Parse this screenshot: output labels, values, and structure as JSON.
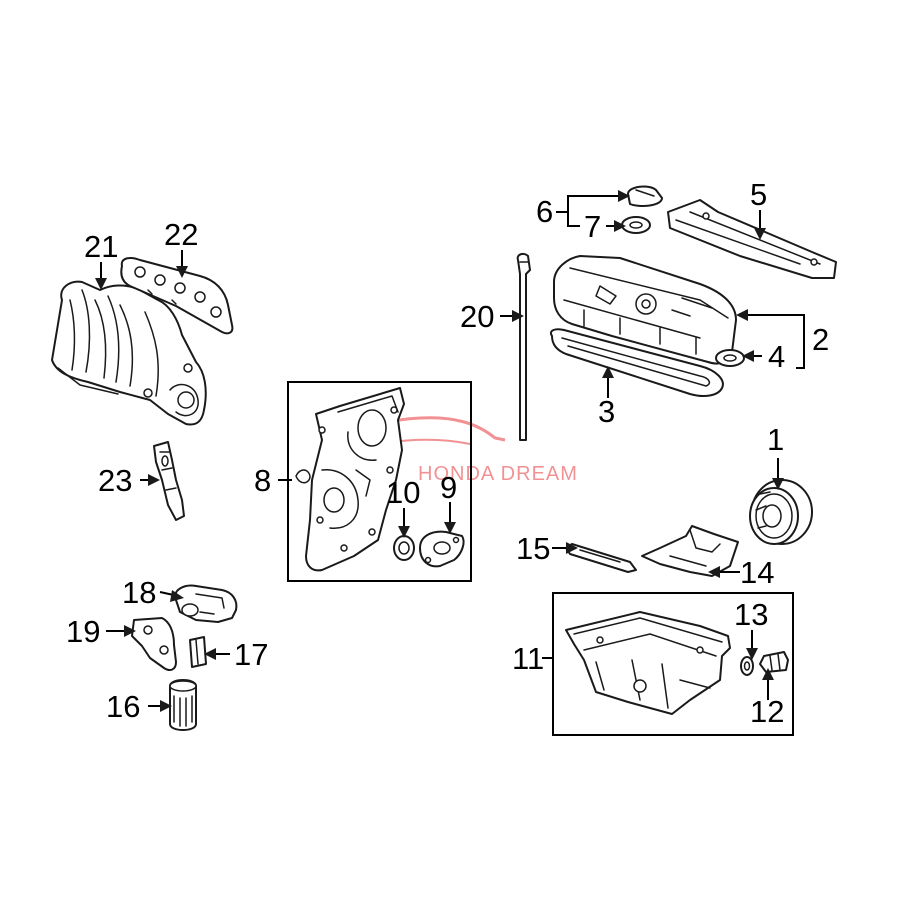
{
  "diagram": {
    "callouts": {
      "c1": "1",
      "c2": "2",
      "c3": "3",
      "c4": "4",
      "c5": "5",
      "c6": "6",
      "c7": "7",
      "c8": "8",
      "c9": "9",
      "c10": "10",
      "c11": "11",
      "c12": "12",
      "c13": "13",
      "c14": "14",
      "c15": "15",
      "c16": "16",
      "c17": "17",
      "c18": "18",
      "c19": "19",
      "c20": "20",
      "c21": "21",
      "c22": "22",
      "c23": "23"
    },
    "watermark": {
      "text": "HONDA DREAM",
      "color": "#e8393c"
    },
    "line_color": "#1a1a1a"
  }
}
